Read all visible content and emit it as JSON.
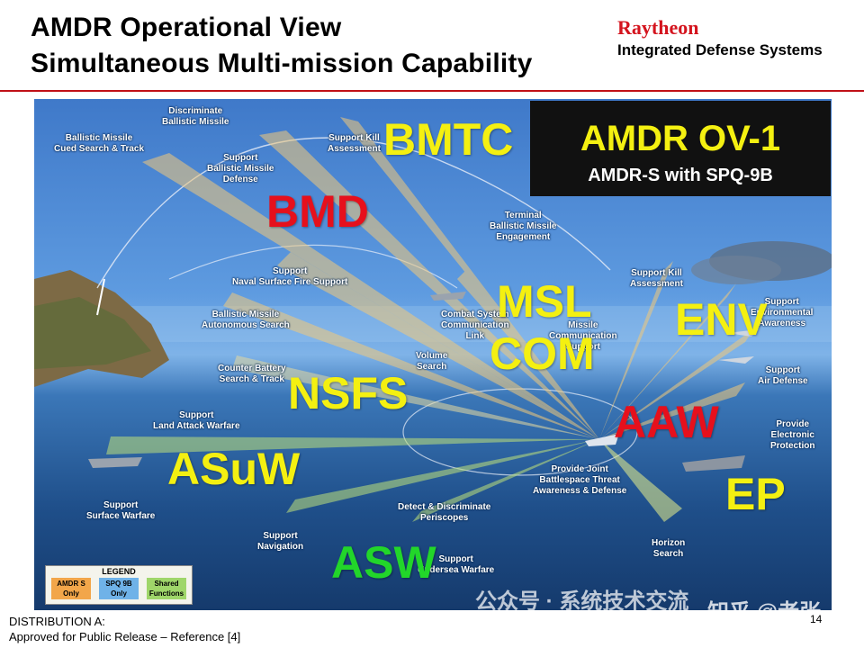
{
  "header": {
    "title_line1": "AMDR Operational View",
    "title_line2": "Simultaneous Multi-mission Capability",
    "brand": "Raytheon",
    "brand_sub": "Integrated Defense Systems"
  },
  "ov_box": {
    "title": "AMDR OV-1",
    "subtitle": "AMDR-S with SPQ-9B"
  },
  "mission_labels": {
    "bmtc": "BMTC",
    "bmd": "BMD",
    "msl": "MSL",
    "com": "COM",
    "env": "ENV",
    "nsfs": "NSFS",
    "aaw": "AAW",
    "asuw": "ASuW",
    "ep": "EP",
    "asw": "ASW"
  },
  "callouts": {
    "discriminate_bm": "Discriminate\nBallistic Missile",
    "bm_cued_search": "Ballistic Missile\nCued Search & Track",
    "support_bmd": "Support\nBallistic Missile\nDefense",
    "support_kill_top": "Support Kill\nAssessment",
    "terminal_bm": "Terminal\nBallistic Missile\nEngagement",
    "support_nsfs": "Support\nNaval Surface Fire Support",
    "support_kill_right": "Support Kill\nAssessment",
    "bm_autonomous": "Ballistic Missile\nAutonomous Search",
    "combat_system_link": "Combat System\nCommunication\nLink",
    "missile_comm": "Missile\nCommunication\nSupport",
    "support_env": "Support\nEnvironmental\nAwareness",
    "volume_search": "Volume\nSearch",
    "counter_battery": "Counter Battery\nSearch & Track",
    "support_air_defense": "Support\nAir Defense",
    "support_land_attack": "Support\nLand Attack Warfare",
    "provide_ep": "Provide\nElectronic\nProtection",
    "provide_joint": "Provide Joint\nBattlespace Threat\nAwareness & Defense",
    "support_surface": "Support\nSurface Warfare",
    "detect_periscopes": "Detect & Discriminate\nPeriscopes",
    "support_navigation": "Support\nNavigation",
    "support_undersea": "Support\nUndersea Warfare",
    "horizon_search": "Horizon\nSearch"
  },
  "legend": {
    "title": "LEGEND",
    "items": [
      {
        "label": "AMDR S Only",
        "color": "#f2a64a"
      },
      {
        "label": "SPQ 9B Only",
        "color": "#6fb2e8"
      },
      {
        "label": "Shared Functions",
        "color": "#9fd66a"
      }
    ]
  },
  "footer": {
    "line1": "DISTRIBUTION A:",
    "line2": "Approved for Public Release – Reference [4]",
    "page": "14"
  },
  "watermark": {
    "left": "公众号 · 系统技术交流",
    "right": "知乎 @老张"
  }
}
